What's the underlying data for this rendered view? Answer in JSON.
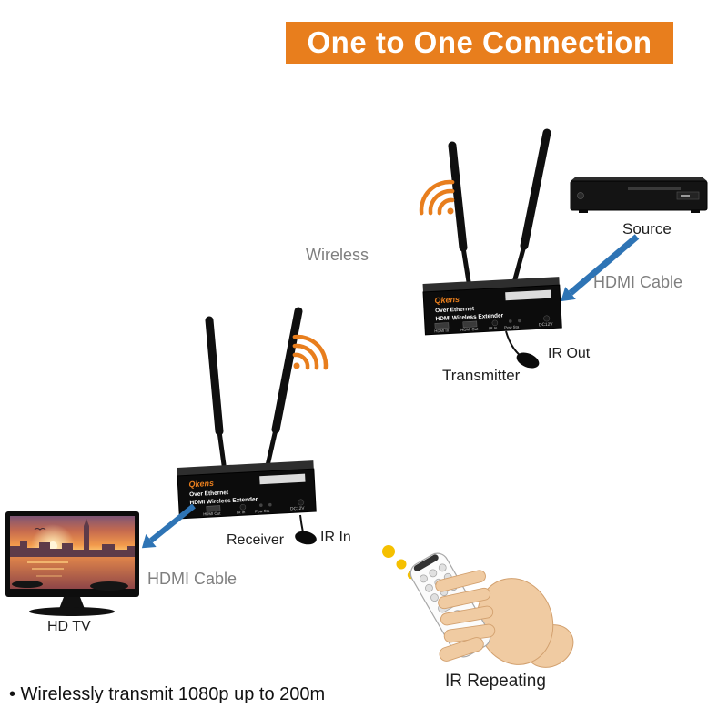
{
  "banner": {
    "title": "One to One Connection"
  },
  "labels": {
    "wireless": "Wireless",
    "source": "Source",
    "hdmi_cable_top": "HDMI Cable",
    "transmitter": "Transmitter",
    "ir_out": "IR Out",
    "receiver": "Receiver",
    "ir_in": "IR In",
    "hdmi_cable_bottom": "HDMI Cable",
    "hd_tv": "HD TV",
    "ir_repeating": "IR Repeating"
  },
  "transmitter_device": {
    "brand": "Qkens",
    "line1": "Over Ethernet",
    "line2": "HDMI Wireless Extender",
    "port_labels": [
      "HDMI In",
      "HDMI Out",
      "IR In",
      "Pow Sta"
    ],
    "power_label": "DC12V"
  },
  "receiver_device": {
    "brand": "Qkens",
    "line1": "Over Ethernet",
    "line2": "HDMI Wireless Extender",
    "port_labels": [
      "HDMI Out",
      "IR In",
      "Pow Sta"
    ],
    "power_label": "DC12V"
  },
  "footer": {
    "bullet_text": "• Wirelessly transmit 1080p up to 200m"
  },
  "colors": {
    "banner_bg": "#E87E1D",
    "accent_orange": "#E87E1D",
    "arrow_blue": "#2E74B5",
    "label_gray": "#7F7F7F",
    "ir_dot_yellow": "#F5C000"
  }
}
